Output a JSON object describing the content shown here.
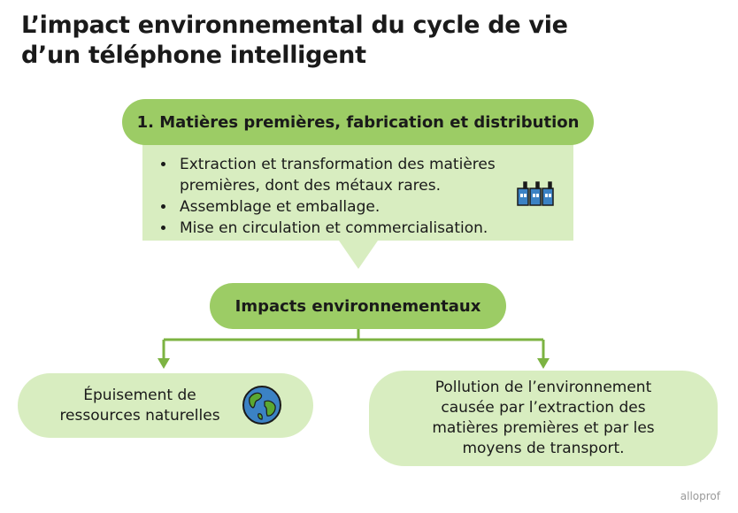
{
  "title": {
    "line1": "L’impact environnemental du cycle de vie",
    "line2": "d’un téléphone intelligent"
  },
  "step": {
    "label": "1. Matières premières, fabrication et distribution",
    "bullets": [
      "Extraction et transformation des matières premières, dont des métaux rares.",
      "Assemblage et emballage.",
      "Mise en circulation et commercialisation."
    ],
    "icon": "factory-icon"
  },
  "impacts": {
    "label": "Impacts environnementaux",
    "left": {
      "text": "Épuisement de ressources naturelles",
      "icon": "earth-globe-icon"
    },
    "right": {
      "text": "Pollution de l’environnement causée par l’extraction des matières premières et par les moyens de transport."
    }
  },
  "logo": "alloprof",
  "colors": {
    "dark_green": "#9ccc65",
    "light_green": "#d8edc0",
    "arrow_green": "#7cb342"
  }
}
